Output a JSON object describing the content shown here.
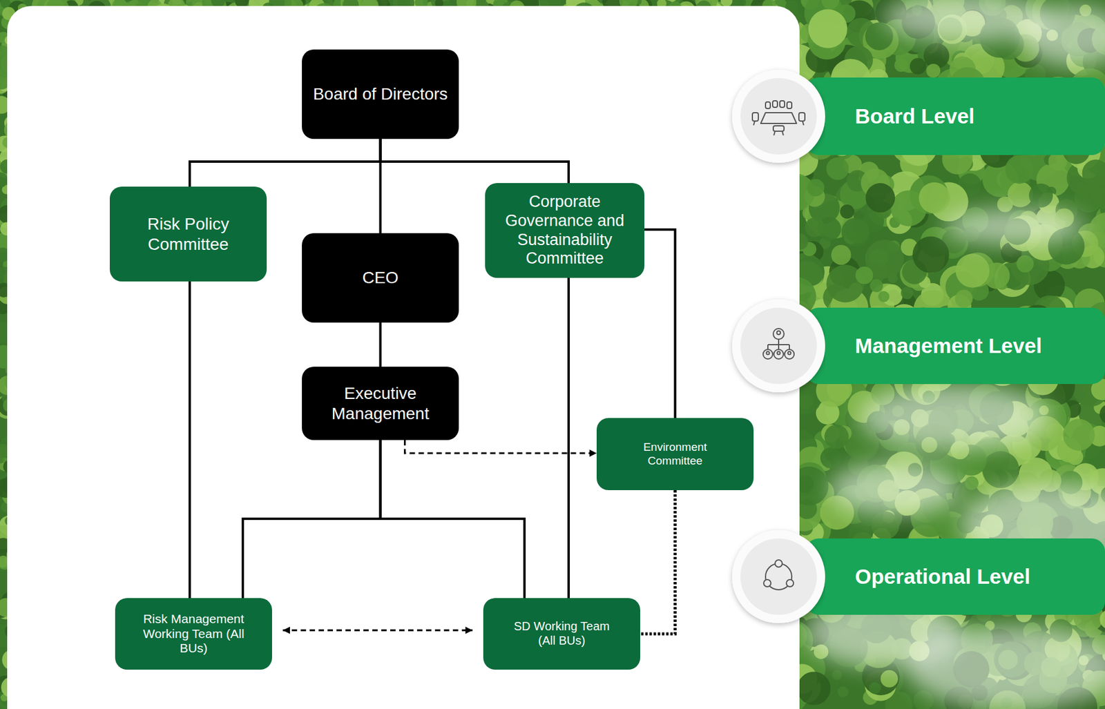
{
  "diagram": {
    "nodes": [
      {
        "text": [
          "Board of Directors"
        ]
      },
      {
        "text": [
          "Risk Policy Committee"
        ]
      },
      {
        "text": [
          "CEO"
        ]
      },
      {
        "text": [
          "Corporate Governance and Sustainability Committee"
        ]
      },
      {
        "text": [
          "Executive Management"
        ]
      },
      {
        "text": [
          "Environment Committee"
        ]
      },
      {
        "text": [
          "Risk Management Working Team (All BUs)"
        ]
      },
      {
        "text": [
          "SD Working Team (All BUs)"
        ]
      },
      {
        "text": [
          "Board Level"
        ]
      },
      {
        "text": [
          "Management Level"
        ]
      },
      {
        "text": [
          "Operational Level"
        ]
      }
    ],
    "edges": [
      {
        "from": 0,
        "to": 1,
        "arrow": "none"
      },
      {
        "from": 0,
        "to": 2,
        "arrow": "none"
      },
      {
        "from": 0,
        "to": 3,
        "arrow": "none"
      },
      {
        "from": 1,
        "to": 6,
        "arrow": "none"
      },
      {
        "from": 2,
        "to": 4,
        "arrow": "none"
      },
      {
        "from": 3,
        "to": 7,
        "arrow": "none"
      },
      {
        "from": 3,
        "to": 5,
        "arrow": "none"
      },
      {
        "from": 4,
        "to": 5,
        "arrow": "to"
      },
      {
        "from": 4,
        "to": 6,
        "arrow": "none"
      },
      {
        "from": 4,
        "to": 7,
        "arrow": "none"
      },
      {
        "from": 5,
        "to": 7,
        "arrow": "none"
      },
      {
        "from": 6,
        "to": 7,
        "arrow": "both"
      }
    ]
  }
}
